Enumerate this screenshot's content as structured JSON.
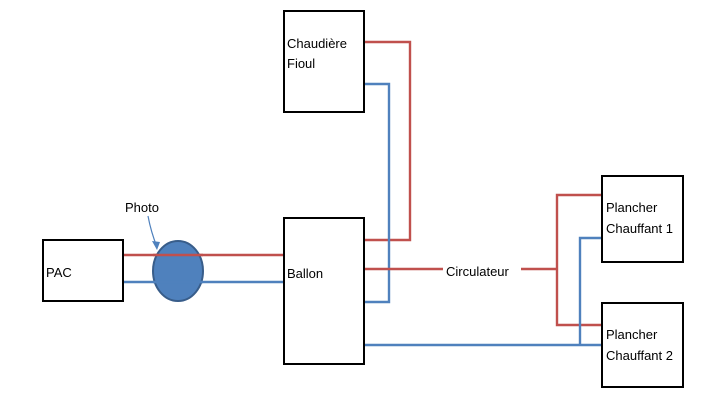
{
  "colors": {
    "hot_pipe": "#c0504d",
    "cold_pipe": "#4f81bd",
    "sensor_fill": "#4f81bd",
    "sensor_stroke": "#385d8a",
    "arrow": "#4f81bd"
  },
  "nodes": {
    "chaudiere": {
      "line1": "Chaudière",
      "line2": "Fioul"
    },
    "pac": {
      "label": "PAC"
    },
    "ballon": {
      "label": "Ballon"
    },
    "plancher1": {
      "line1": "Plancher",
      "line2": "Chauffant 1"
    },
    "plancher2": {
      "line1": "Plancher",
      "line2": "Chauffant 2"
    }
  },
  "labels": {
    "photo": "Photo",
    "circulateur": "Circulateur"
  }
}
